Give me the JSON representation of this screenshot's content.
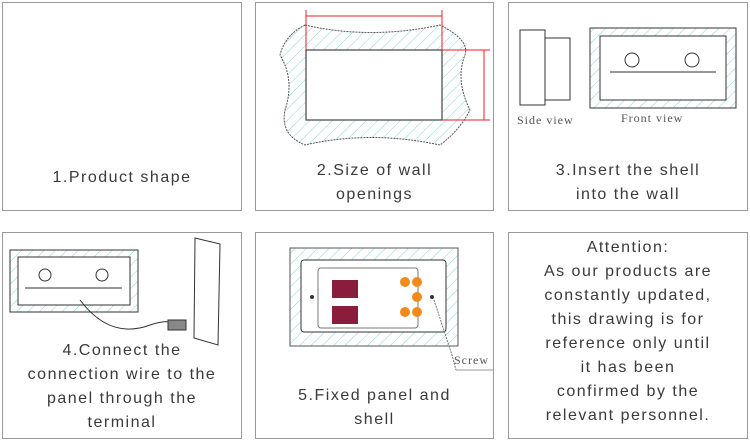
{
  "steps": [
    {
      "lines": [
        "1.Product shape"
      ]
    },
    {
      "lines": [
        "2.Size of wall",
        "openings"
      ]
    },
    {
      "lines": [
        "3.Insert the shell",
        "into the wall"
      ],
      "side_view": "Side view",
      "front_view": "Front view"
    },
    {
      "lines": [
        "4.Connect the",
        "connection wire to the",
        "panel through the",
        "terminal"
      ]
    },
    {
      "lines": [
        "5.Fixed panel and",
        "shell"
      ],
      "screw": "Screw"
    }
  ],
  "attention": {
    "lines": [
      "Attention:",
      "As our products are",
      "constantly updated,",
      "this drawing is for",
      "reference only until",
      "it has been",
      "confirmed by the",
      "relevant personnel."
    ]
  },
  "colors": {
    "hatch": "#7fd6e0",
    "dimension": "#e8202a",
    "button": "#f28a1e",
    "display": "#8a1c3c"
  }
}
